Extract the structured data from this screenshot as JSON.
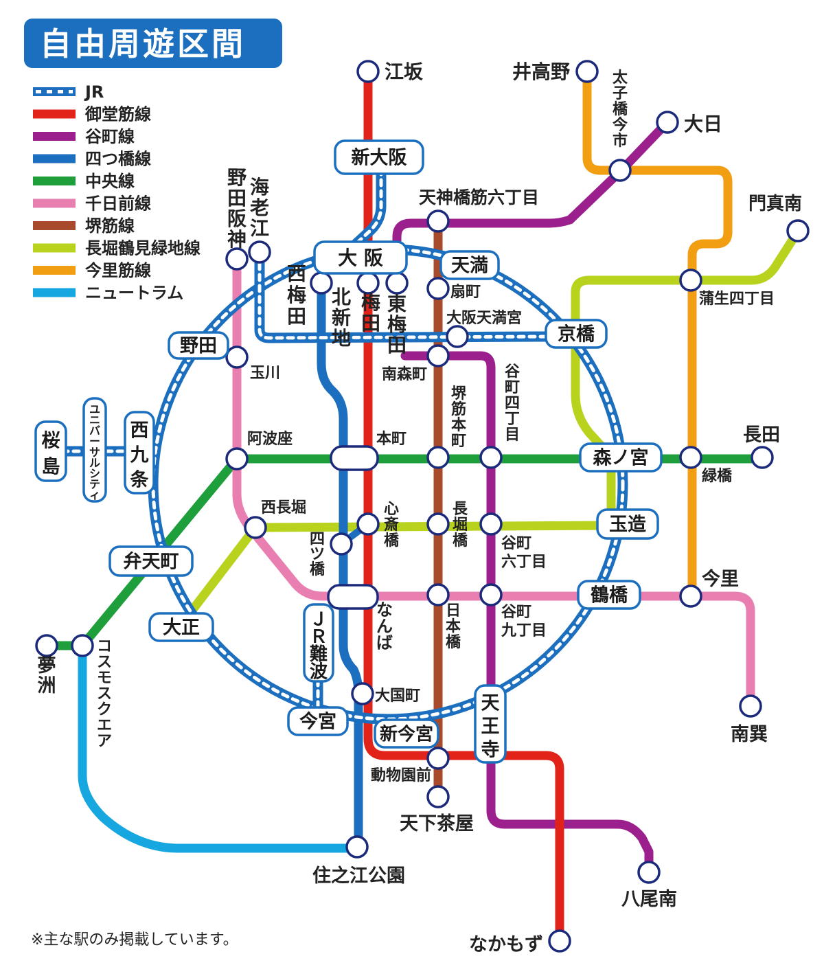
{
  "title": "自由周遊区間",
  "note": "※主な駅のみ掲載しています。",
  "colors": {
    "jr": "#1b6fbe",
    "midosuji": "#e2231a",
    "tanimachi": "#9b1f8c",
    "yotsubashi": "#1b6fbe",
    "chuo": "#1f9e3c",
    "sennichimae": "#e97fb0",
    "sakaisuji": "#a84a2c",
    "nagahori": "#b9d21e",
    "imazatosuji": "#f19e12",
    "newtram": "#16a6e0"
  },
  "legend": [
    {
      "label": "JR",
      "key": "jr",
      "icon": "jr-line-icon"
    },
    {
      "label": "御堂筋線",
      "key": "midosuji",
      "icon": "line-icon"
    },
    {
      "label": "谷町線",
      "key": "tanimachi",
      "icon": "line-icon"
    },
    {
      "label": "四つ橋線",
      "key": "yotsubashi",
      "icon": "line-icon"
    },
    {
      "label": "中央線",
      "key": "chuo",
      "icon": "line-icon"
    },
    {
      "label": "千日前線",
      "key": "sennichimae",
      "icon": "line-icon"
    },
    {
      "label": "堺筋線",
      "key": "sakaisuji",
      "icon": "line-icon"
    },
    {
      "label": "長堀鶴見緑地線",
      "key": "nagahori",
      "icon": "line-icon"
    },
    {
      "label": "今里筋線",
      "key": "imazatosuji",
      "icon": "line-icon"
    },
    {
      "label": "ニュートラム",
      "key": "newtram",
      "icon": "line-icon"
    }
  ],
  "stations": {
    "esaka": "江坂",
    "shin_osaka": "新大阪",
    "idakano": "井高野",
    "taishibashi": "太子橋今市",
    "dainichi": "大日",
    "kadoma": "門真南",
    "tenjinbashi": "天神橋筋六丁目",
    "noda_hanshin": "野田阪神",
    "ebie": "海老江",
    "osaka": "大 阪",
    "tenma": "天満",
    "ogimachi": "扇町",
    "gamo": "蒲生四丁目",
    "nishi_umeda": "西梅田",
    "kita_shinchi": "北新地",
    "umeda": "梅田",
    "higashi_umeda": "東梅田",
    "osaka_tenmangu": "大阪天満宮",
    "kyobashi": "京橋",
    "noda": "野田",
    "tamagawa": "玉川",
    "minami_morimachi": "南森町",
    "tanimachi4": "谷町四丁目",
    "sakaisuji_honmachi": "堺筋本町",
    "sakurajima": "桜島",
    "universal": "ユニバーサルシティ",
    "nishikujo": "西九条",
    "awaza": "阿波座",
    "honmachi": "本町",
    "morinomiya": "森ノ宮",
    "nagata": "長田",
    "midoribashi": "緑橋",
    "nishinagahori": "西長堀",
    "shinsaibashi": "心斎橋",
    "nagahoribashi": "長堀橋",
    "tamatsukuri": "玉造",
    "yotsubashi_st": "四ツ橋",
    "tanimachi6": "谷町六丁目",
    "bentencho": "弁天町",
    "imazato": "今里",
    "tsuruhashi": "鶴橋",
    "namba": "なんば",
    "nipponbashi": "日本橋",
    "tanimachi9": "谷町九丁目",
    "taisho": "大正",
    "jr_namba": "ＪＲ難波",
    "yumeshima": "夢洲",
    "cosmo": "コスモスクエア",
    "daikokucho": "大国町",
    "tennoji": "天王寺",
    "minami_tatsumi": "南巽",
    "imamiya": "今宮",
    "shin_imamiya": "新今宮",
    "dobutsuen": "動物園前",
    "tengachaya": "天下茶屋",
    "suminoe": "住之江公園",
    "yao_minami": "八尾南",
    "nakamozu": "なかもず"
  }
}
